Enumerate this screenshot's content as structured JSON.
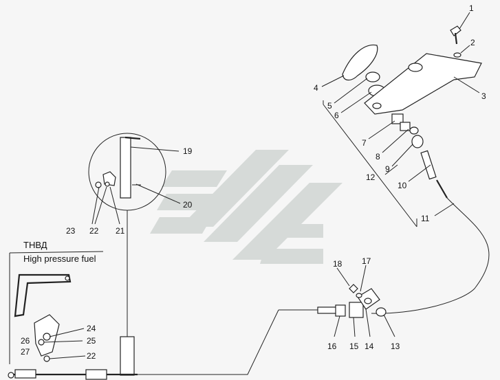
{
  "caption": {
    "line1": "ТНВД",
    "line2": "High pressure fuel"
  },
  "callouts": [
    "1",
    "2",
    "3",
    "4",
    "5",
    "6",
    "7",
    "8",
    "9",
    "10",
    "11",
    "12",
    "13",
    "14",
    "15",
    "16",
    "17",
    "18",
    "19",
    "20",
    "21",
    "22",
    "23",
    "24",
    "25",
    "26",
    "27",
    "22"
  ],
  "colors": {
    "line": "#222222",
    "watermark": "#d6dad8",
    "background": "#f6f6f6"
  },
  "watermark_icon": "chevron-logo-icon"
}
